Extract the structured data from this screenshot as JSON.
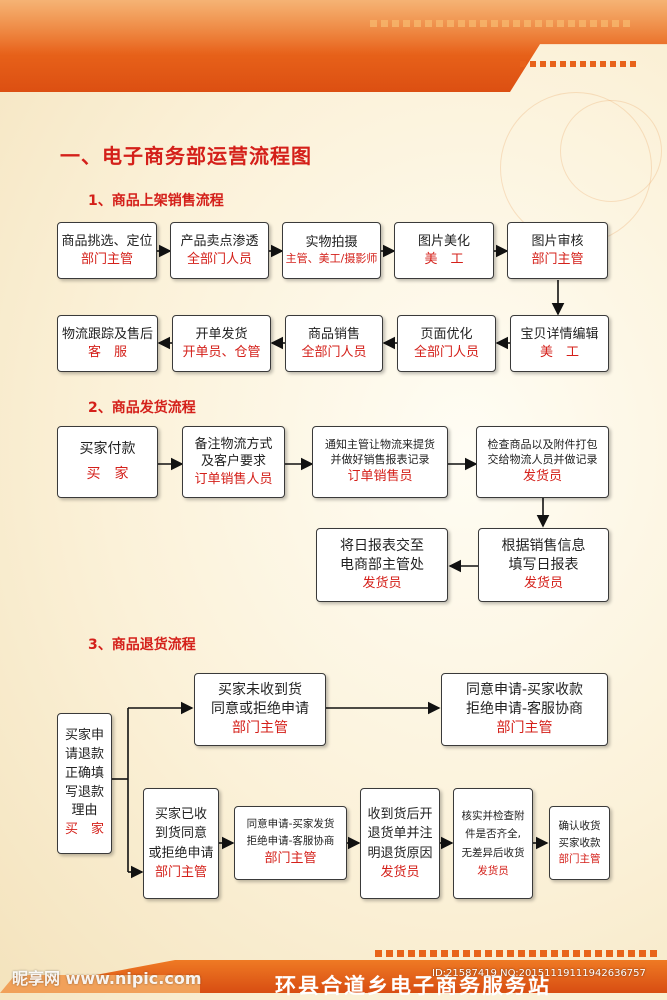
{
  "title": "一、电子商务部运营流程图",
  "section1": {
    "title": "1、商品上架销售流程",
    "row1": [
      {
        "line": "商品挑选、定位",
        "role": "部门主管"
      },
      {
        "line": "产品卖点渗透",
        "role": "全部门人员"
      },
      {
        "line": "实物拍摄",
        "role": "主管、美工/摄影师"
      },
      {
        "line": "图片美化",
        "role": "美　工"
      },
      {
        "line": "图片审核",
        "role": "部门主管"
      }
    ],
    "row2": [
      {
        "line": "物流跟踪及售后",
        "role": "客　服"
      },
      {
        "line": "开单发货",
        "role": "开单员、仓管"
      },
      {
        "line": "商品销售",
        "role": "全部门人员"
      },
      {
        "line": "页面优化",
        "role": "全部门人员"
      },
      {
        "line": "宝贝详情编辑",
        "role": "美　工"
      }
    ]
  },
  "section2": {
    "title": "2、商品发货流程",
    "row1": [
      {
        "lines": [
          "买家付款"
        ],
        "role": "买　家"
      },
      {
        "lines": [
          "备注物流方式",
          "及客户要求"
        ],
        "role": "订单销售人员"
      },
      {
        "lines": [
          "通知主管让物流来提货",
          "并做好销售报表记录"
        ],
        "role": "订单销售员"
      },
      {
        "lines": [
          "检查商品以及附件打包",
          "交给物流人员并做记录"
        ],
        "role": "发货员"
      }
    ],
    "row2": [
      {
        "lines": [
          "将日报表交至",
          "电商部主管处"
        ],
        "role": "发货员"
      },
      {
        "lines": [
          "根据销售信息",
          "填写日报表"
        ],
        "role": "发货员"
      }
    ]
  },
  "section3": {
    "title": "3、商品退货流程",
    "start": {
      "lines": [
        "买家申",
        "请退款",
        "正确填",
        "写退款",
        "理由"
      ],
      "role": "买　家"
    },
    "upper": [
      {
        "lines": [
          "买家未收到货",
          "同意或拒绝申请"
        ],
        "role": "部门主管"
      },
      {
        "lines": [
          "同意申请-买家收款",
          "拒绝申请-客服协商"
        ],
        "role": "部门主管"
      }
    ],
    "lower": [
      {
        "lines": [
          "买家已收",
          "到货同意",
          "或拒绝申请"
        ],
        "role": "部门主管"
      },
      {
        "lines": [
          "同意申请-买家发货",
          "拒绝申请-客服协商"
        ],
        "role": "部门主管"
      },
      {
        "lines": [
          "收到货后开",
          "退货单并注",
          "明退货原因"
        ],
        "role": "发货员"
      },
      {
        "lines": [
          "核实并检查附",
          "件是否齐全,",
          "无差异后收货"
        ],
        "role": "发货员"
      },
      {
        "lines": [
          "确认收货",
          "买家收款"
        ],
        "role": "部门主管"
      }
    ]
  },
  "footer": {
    "watermark": "昵享网 www.nipic.com",
    "id_text": "ID:21587419 NO:20151119111942636757",
    "banner": "环县合道乡电子商务服务站"
  },
  "colors": {
    "accent_red": "#d4201a",
    "orange": "#e8631a"
  }
}
